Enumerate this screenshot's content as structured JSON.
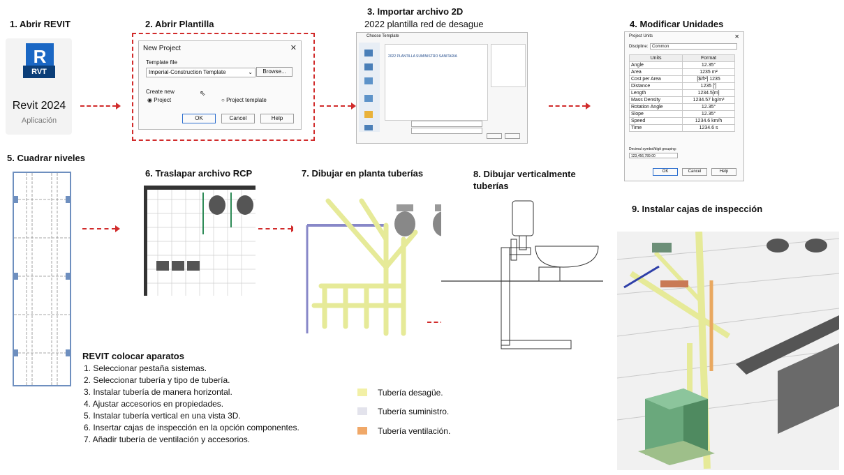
{
  "steps": {
    "s1": {
      "title": "1. Abrir REVIT",
      "app_name": "Revit 2024",
      "app_sub": "Aplicación",
      "logo_letter": "R",
      "logo_badge": "RVT"
    },
    "s2": {
      "title": "2. Abrir Plantilla",
      "dialog": {
        "title": "New Project",
        "template_label": "Template file",
        "template_value": "Imperial-Construction Template",
        "browse": "Browse...",
        "create_new": "Create new",
        "opt_project": "Project",
        "opt_template": "Project template",
        "ok": "OK",
        "cancel": "Cancel",
        "help": "Help"
      }
    },
    "s3": {
      "title": "3. Importar archivo 2D",
      "subtitle": "2022 plantilla red de desague",
      "dialog": {
        "title": "Choose Template",
        "file_item": "2022 PLANTILLA SUMINISTRO SANITARIA"
      }
    },
    "s4": {
      "title": "4. Modificar Unidades",
      "dialog": {
        "title": "Project Units",
        "discipline_label": "Discipline:",
        "discipline_value": "Common",
        "col_units": "Units",
        "col_format": "Format",
        "rows": [
          [
            "Angle",
            "12.35°"
          ],
          [
            "Area",
            "1235 m²"
          ],
          [
            "Cost per Area",
            "[$/ft²] 1235"
          ],
          [
            "Distance",
            "1235 [']"
          ],
          [
            "Length",
            "1234.5[m]"
          ],
          [
            "Mass Density",
            "1234.57 kg/m³"
          ],
          [
            "Rotation Angle",
            "12.35°"
          ],
          [
            "Slope",
            "12.35°"
          ],
          [
            "Speed",
            "1234.6 km/h"
          ],
          [
            "Time",
            "1234.6 s"
          ]
        ],
        "decimal_label": "Decimal symbol/digit grouping:",
        "decimal_value": "123,456,789.00",
        "ok": "OK",
        "cancel": "Cancel",
        "help": "Help"
      }
    },
    "s5": {
      "title": "5. Cuadrar niveles"
    },
    "s6": {
      "title": "6. Traslapar archivo RCP"
    },
    "s7": {
      "title": "7. Dibujar en planta tuberías"
    },
    "s8": {
      "title": "8. Dibujar verticalmente tuberías"
    },
    "s9": {
      "title": "9. Instalar cajas de inspección"
    }
  },
  "instructions": {
    "title": "REVIT colocar aparatos",
    "items": [
      "1.   Seleccionar pestaña sistemas.",
      "2.   Seleccionar tubería y tipo de tubería.",
      "3.   Instalar tubería de manera horizontal.",
      "4.   Ajustar accesorios en propiedades.",
      "5.   Instalar tubería vertical en una vista 3D.",
      "6.   Insertar cajas de inspección en la opción  componentes.",
      "7.   Añadir tubería de ventilación y accesorios."
    ]
  },
  "legend": [
    {
      "label": "Tubería desagüe.",
      "color": "#f2f0a6"
    },
    {
      "label": "Tubería suministro.",
      "color": "#e3e3ec"
    },
    {
      "label": "Tubería ventilación.",
      "color": "#f0a868"
    }
  ],
  "colors": {
    "arrow": "#d12b2b",
    "revit_blue": "#1a67c4",
    "revit_dark": "#0b3e78"
  }
}
